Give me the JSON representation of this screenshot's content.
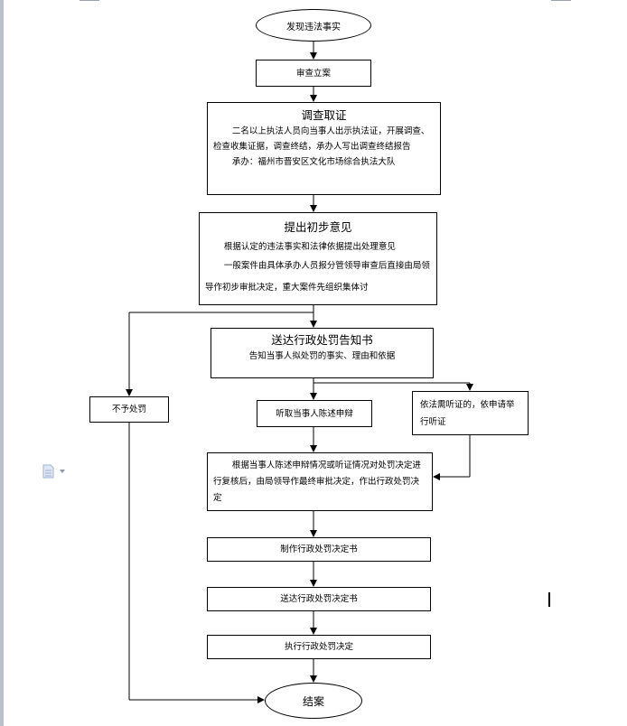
{
  "flow": {
    "start": "发现违法事实",
    "review": "审查立案",
    "investigate": {
      "title": "调查取证",
      "line1": "二名以上执法人员向当事人出示执法证，开展调查、检查收集证据，调查终结，承办人写出调查终结报告",
      "line2": "承办：福州市晋安区文化市场综合执法大队"
    },
    "opinion": {
      "title": "提出初步意见",
      "line1": "根据认定的违法事实和法律依据提出处理意见",
      "line2": "一般案件由具体承办人员报分管领导审查后直接由局领导作初步审批决定，重大案件先组织集体讨"
    },
    "notice": {
      "title": "送达行政处罚告知书",
      "line1": "告知当事人拟处罚的事实、理由和依据"
    },
    "no_penalty": "不予处罚",
    "hear_statement": "听取当事人陈述申辩",
    "hearing": "依法需听证的，依申请举行听证",
    "decide": "根据当事人陈述申辩情况或听证情况对处罚决定进行复核后，由局领导作最终审批决定，作出行政处罚决定",
    "make": "制作行政处罚决定书",
    "deliver": "送达行政处罚决定书",
    "execute": "执行行政处罚决定",
    "end": "结案"
  },
  "colors": {
    "line": "#000000",
    "sidebar": "#b9c0cc",
    "icon": "#9fb3cf"
  },
  "icons": {
    "doc": "document-icon",
    "dropdown": "dropdown-arrow-icon"
  }
}
